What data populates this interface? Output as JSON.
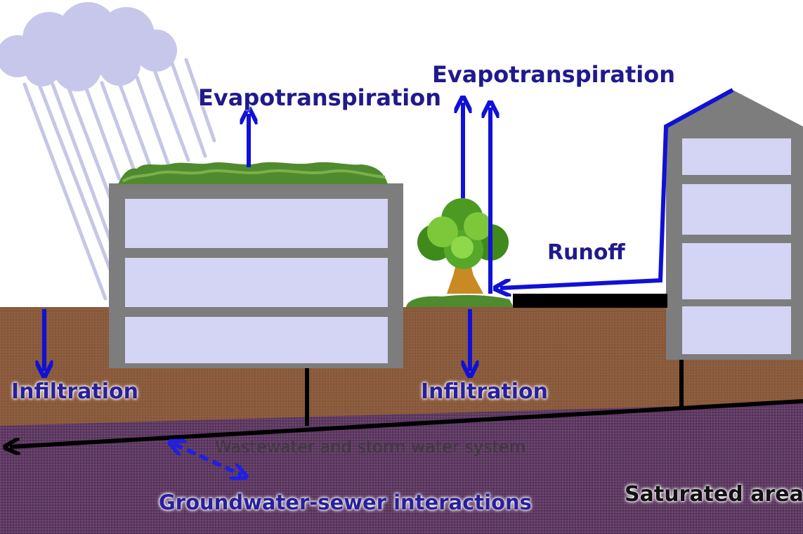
{
  "labels": {
    "evapotranspiration_roof": "Evapotranspiration",
    "evapotranspiration_tree": "Evapotranspiration",
    "runoff": "Runoff",
    "infiltration_left": "Infiltration",
    "infiltration_center": "Infiltration",
    "sewer_system": "Wastewater and storm water system",
    "groundwater_sewer": "Groundwater-sewer interactions",
    "saturated_area": "Saturated area"
  },
  "colors": {
    "arrow": "#1010d8",
    "soil": "#8a5a3c",
    "saturated_zone": "#5e3a62",
    "building_wall": "#7d7d7d",
    "window": "#d4d4f4",
    "vegetation": "#4f8a2e",
    "cloud": "#c7c7ec",
    "rain": "#c8c8e8",
    "label_text": "#201a8c"
  },
  "icons": [
    "rain-cloud-icon",
    "tree-icon"
  ]
}
